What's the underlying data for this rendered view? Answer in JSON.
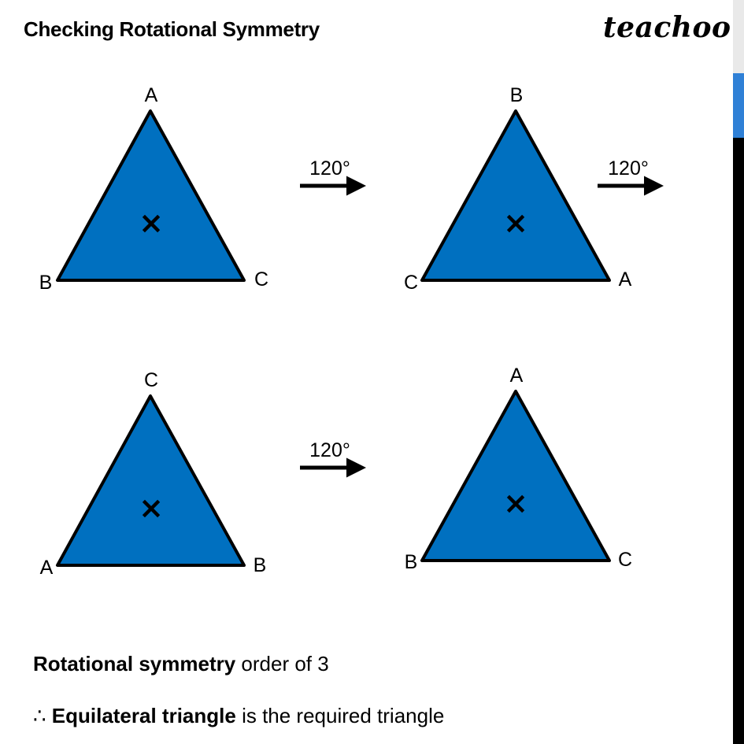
{
  "title": "Checking Rotational Symmetry",
  "brand": "teachoo",
  "triangles": [
    {
      "vertices": {
        "top": "A",
        "left": "B",
        "right": "C"
      }
    },
    {
      "vertices": {
        "top": "B",
        "left": "C",
        "right": "A"
      }
    },
    {
      "vertices": {
        "top": "C",
        "left": "A",
        "right": "B"
      }
    },
    {
      "vertices": {
        "top": "A",
        "left": "B",
        "right": "C"
      }
    }
  ],
  "rotation_labels": [
    "120°",
    "120°",
    "120°"
  ],
  "center_mark": "×",
  "colors": {
    "triangle_fill": "#0070c0",
    "outline": "#000000",
    "scroll_thumb": "#2f80d6"
  },
  "conclusion": {
    "line1_bold": "Rotational symmetry",
    "line1_rest": " order of 3",
    "line2_symbol": "∴ ",
    "line2_bold": "Equilateral triangle",
    "line2_rest": " is the required triangle"
  }
}
